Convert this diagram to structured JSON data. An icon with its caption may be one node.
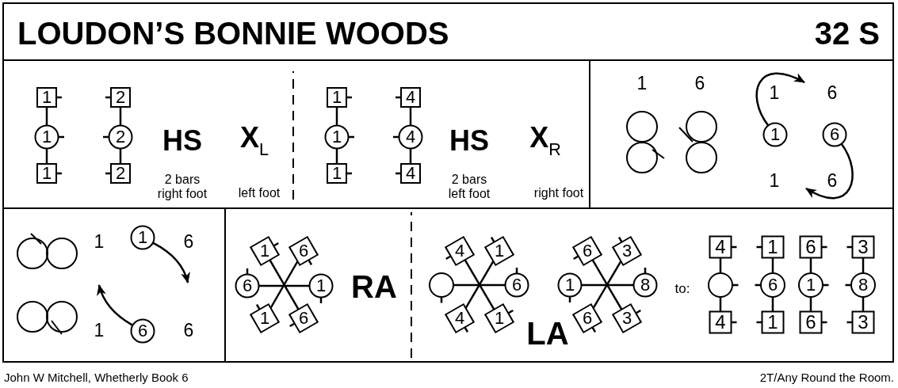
{
  "diagram": {
    "title": "LOUDON’S BONNIE WOODS",
    "nodes": [
      {
        "text": [
          "1"
        ]
      },
      {
        "text": [
          "2"
        ]
      },
      {
        "text": [
          "1"
        ]
      },
      {
        "text": [
          "2"
        ]
      },
      {
        "text": [
          "1"
        ]
      },
      {
        "text": [
          "2"
        ]
      },
      {
        "text": [
          "1"
        ]
      },
      {
        "text": [
          "4"
        ]
      },
      {
        "text": [
          "1"
        ]
      },
      {
        "text": [
          "4"
        ]
      },
      {
        "text": [
          "1"
        ]
      },
      {
        "text": [
          "4"
        ]
      },
      {
        "text": [
          "1"
        ]
      },
      {
        "text": [
          "6"
        ]
      },
      {
        "text": [
          "1"
        ]
      },
      {
        "text": [
          "6"
        ]
      },
      {
        "text": [
          "1"
        ]
      },
      {
        "text": [
          "6"
        ]
      },
      {
        "text": [
          "6"
        ]
      },
      {
        "text": [
          "1"
        ]
      },
      {
        "text": [
          "1"
        ]
      },
      {
        "text": [
          "6"
        ]
      },
      {
        "text": [
          "4"
        ]
      },
      {
        "text": [
          "1"
        ]
      },
      {
        "text": [],
        "shape": "circle"
      },
      {
        "text": [
          "6"
        ]
      },
      {
        "text": [
          "4"
        ]
      },
      {
        "text": [
          "1"
        ]
      },
      {
        "text": [
          "6"
        ]
      },
      {
        "text": [
          "3"
        ]
      },
      {
        "text": [
          "1"
        ]
      },
      {
        "text": [
          "8"
        ]
      },
      {
        "text": [
          "6"
        ]
      },
      {
        "text": [
          "3"
        ]
      },
      {
        "text": [
          "4"
        ]
      },
      {
        "text": [
          "1"
        ]
      },
      {
        "text": [
          "6"
        ]
      },
      {
        "text": [
          "3"
        ]
      },
      {
        "text": [],
        "shape": "circle"
      },
      {
        "text": [
          "6"
        ]
      },
      {
        "text": [
          "1"
        ]
      },
      {
        "text": [
          "8"
        ]
      },
      {
        "text": [
          "4"
        ]
      },
      {
        "text": [
          "1"
        ]
      },
      {
        "text": [
          "6"
        ]
      },
      {
        "text": [
          "3"
        ]
      }
    ],
    "edges": [
      {
        "from": 0,
        "to": 2,
        "arrow": "none"
      },
      {
        "from": 2,
        "to": 4,
        "arrow": "none"
      },
      {
        "from": 1,
        "to": 3,
        "arrow": "none"
      },
      {
        "from": 3,
        "to": 5,
        "arrow": "none"
      },
      {
        "from": 6,
        "to": 8,
        "arrow": "none"
      },
      {
        "from": 8,
        "to": 10,
        "arrow": "none"
      },
      {
        "from": 7,
        "to": 9,
        "arrow": "none"
      },
      {
        "from": 9,
        "to": 11,
        "arrow": "none"
      },
      {
        "from": 12,
        "to": null,
        "arrow": "to"
      },
      {
        "from": 13,
        "to": null,
        "arrow": "to"
      },
      {
        "from": 14,
        "to": null,
        "arrow": "to"
      },
      {
        "from": 15,
        "to": null,
        "arrow": "to"
      },
      {
        "from": 16,
        "to": 21,
        "arrow": "none"
      },
      {
        "from": 17,
        "to": 20,
        "arrow": "none"
      },
      {
        "from": 18,
        "to": 19,
        "arrow": "none"
      },
      {
        "from": 22,
        "to": 27,
        "arrow": "none"
      },
      {
        "from": 23,
        "to": 26,
        "arrow": "none"
      },
      {
        "from": 24,
        "to": 25,
        "arrow": "none"
      },
      {
        "from": 28,
        "to": 33,
        "arrow": "none"
      },
      {
        "from": 29,
        "to": 32,
        "arrow": "none"
      },
      {
        "from": 30,
        "to": 31,
        "arrow": "none"
      },
      {
        "from": 34,
        "to": 38,
        "arrow": "none"
      },
      {
        "from": 38,
        "to": 42,
        "arrow": "none"
      },
      {
        "from": 35,
        "to": 39,
        "arrow": "none"
      },
      {
        "from": 39,
        "to": 43,
        "arrow": "none"
      },
      {
        "from": 36,
        "to": 40,
        "arrow": "none"
      },
      {
        "from": 40,
        "to": 44,
        "arrow": "none"
      },
      {
        "from": 37,
        "to": 41,
        "arrow": "none"
      },
      {
        "from": 41,
        "to": 45,
        "arrow": "none"
      }
    ],
    "labels": [
      "32 S",
      "HS",
      "X$_{L}$",
      "2 bars right foot",
      "left foot",
      "HS",
      "X$_{R}$",
      "2 bars left foot",
      "right foot",
      "1",
      "6",
      "1",
      "6",
      "1",
      "6",
      "1",
      "6",
      "1",
      "6",
      "RA",
      "LA",
      "to:",
      "John W Mitchell, Whetherly Book 6",
      "2T/Any Round the Room."
    ]
  }
}
